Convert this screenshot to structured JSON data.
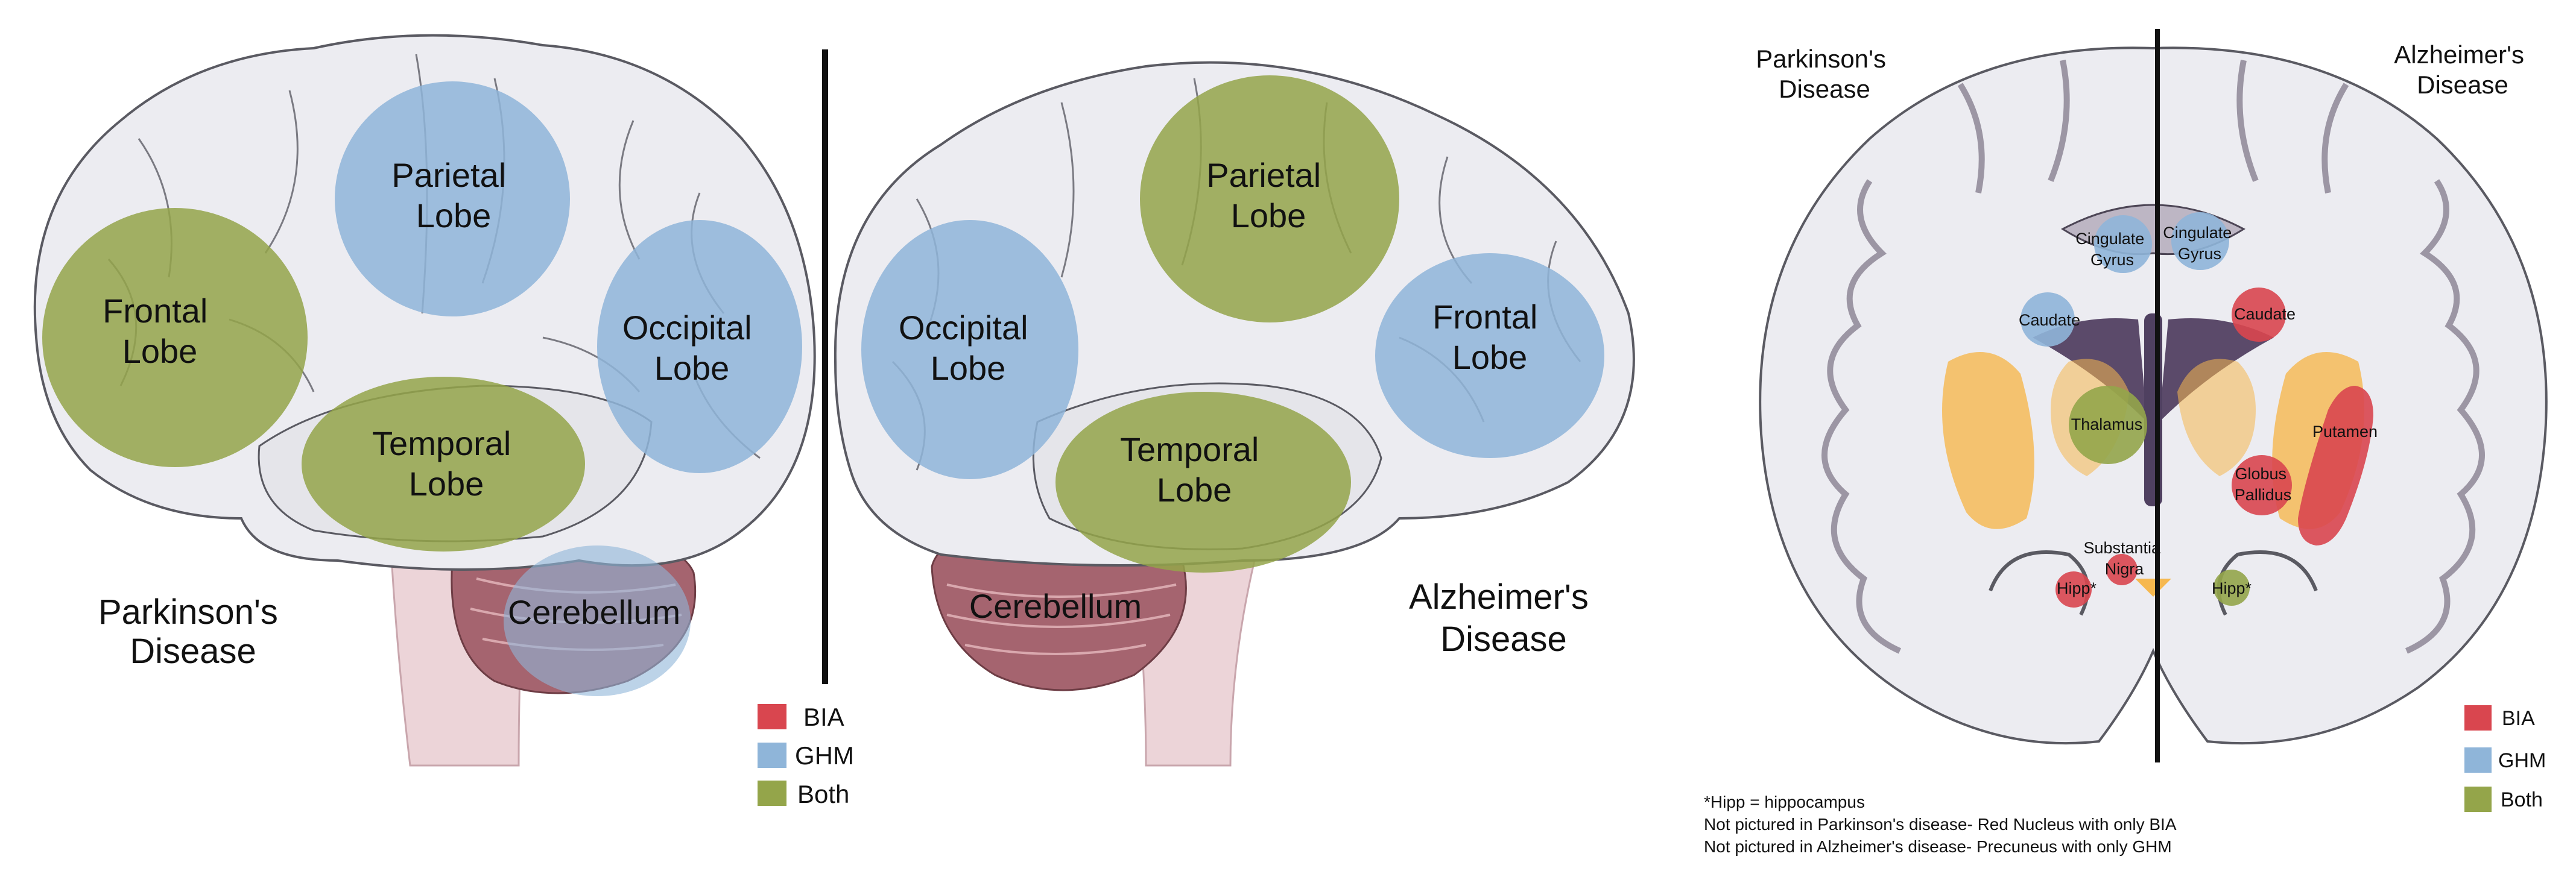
{
  "panels": {
    "left_lateral": {
      "regions": {
        "parietal": [
          "Parietal",
          "Lobe"
        ],
        "frontal": [
          "Frontal",
          "Lobe"
        ],
        "occipital": [
          "Occipital",
          "Lobe"
        ],
        "temporal": [
          "Temporal",
          "Lobe"
        ],
        "cerebellum": "Cerebellum"
      },
      "disease": [
        "Parkinson's",
        "Disease"
      ]
    },
    "right_lateral": {
      "regions": {
        "parietal": [
          "Parietal",
          "Lobe"
        ],
        "occipital": [
          "Occipital",
          "Lobe"
        ],
        "frontal": [
          "Frontal",
          "Lobe"
        ],
        "temporal": [
          "Temporal",
          "Lobe"
        ],
        "cerebellum": "Cerebellum"
      },
      "disease": [
        "Alzheimer's",
        "Disease"
      ]
    },
    "coronal": {
      "left_disease": [
        "Parkinson's",
        "Disease"
      ],
      "right_disease": [
        "Alzheimer's",
        "Disease"
      ],
      "regions": {
        "cingulate_left": [
          "Cingulate",
          "Gyrus"
        ],
        "cingulate_right": [
          "Cingulate",
          "Gyrus"
        ],
        "caudate_left": "Caudate",
        "caudate_right": "Caudate",
        "thalamus": "Thalamus",
        "putamen": "Putamen",
        "globus_pallidus": [
          "Globus",
          "Pallidus"
        ],
        "substantia_nigra": [
          "Substantia",
          "Nigra"
        ],
        "hipp_left": "Hipp*",
        "hipp_right": "Hipp*"
      },
      "notes": [
        "*Hipp = hippocampus",
        "Not pictured in Parkinson's disease- Red Nucleus with only BIA",
        "Not pictured in Alzheimer's disease- Precuneus with only GHM"
      ]
    }
  },
  "legend": [
    {
      "label": "BIA",
      "color": "#d9464f"
    },
    {
      "label": "GHM",
      "color": "#8fb5d9"
    },
    {
      "label": "Both",
      "color": "#94a54a"
    }
  ],
  "colors": {
    "bia": "#d9464f",
    "ghm": "#8fb5d9",
    "both": "#94a54a",
    "brain": "#ececf1",
    "brain_outline": "#5a5a62",
    "cerebellum": "#a5646f",
    "stem": "#ecd4d8",
    "gray_matter": "#bdb6c4",
    "orange": "#f6b84f"
  }
}
